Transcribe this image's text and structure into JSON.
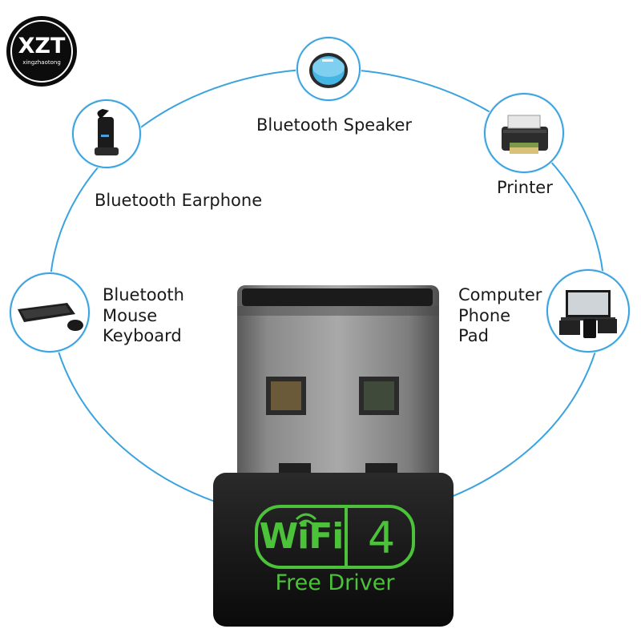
{
  "brand": {
    "name": "XZT",
    "tagline": "xingzhaotong"
  },
  "devices": {
    "speaker": "Bluetooth Speaker",
    "earphone": "Bluetooth Earphone",
    "printer": "Printer",
    "keyboard_lines": [
      "Bluetooth",
      "Mouse",
      "Keyboard"
    ],
    "computer_lines": [
      "Computer",
      "Phone",
      "Pad"
    ]
  },
  "adapter": {
    "wifi_text": "WiFi",
    "generation": "4",
    "subtitle": "Free Driver"
  },
  "colors": {
    "ring": "#3aa3df",
    "adapter_green": "#4cc23a",
    "adapter_body": "#151515"
  }
}
